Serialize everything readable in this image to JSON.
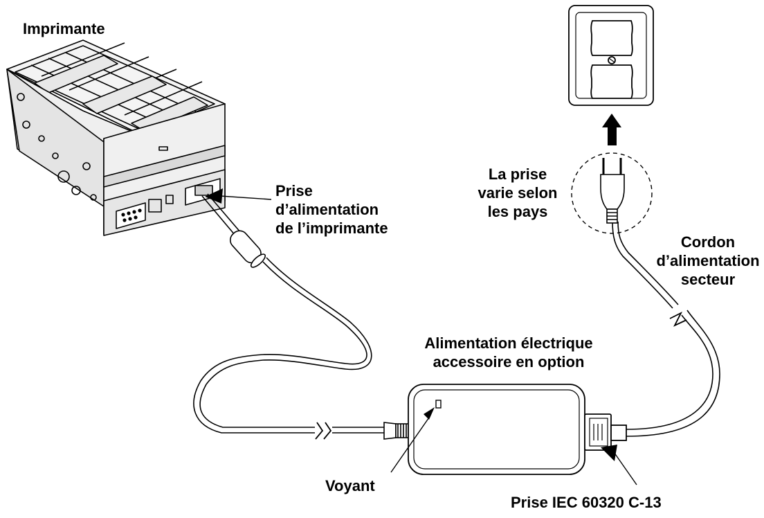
{
  "labels": {
    "printer": "Imprimante",
    "printer_socket": [
      "Prise",
      "d’alimentation",
      "de l’imprimante"
    ],
    "plug_varies": [
      "La prise",
      "varie selon",
      "les pays"
    ],
    "mains_cord": [
      "Cordon",
      "d’alimentation",
      "secteur"
    ],
    "power_supply": [
      "Alimentation électrique",
      "accessoire en option"
    ],
    "indicator": "Voyant",
    "iec_socket": "Prise IEC 60320 C-13"
  },
  "icons": {
    "outlet": "wall-outlet-icon",
    "plug": "power-plug-icon",
    "arrow": "up-arrow-icon"
  },
  "colors": {
    "line": "#000000",
    "background": "#ffffff",
    "printer_shade": "#d9d9d9"
  }
}
